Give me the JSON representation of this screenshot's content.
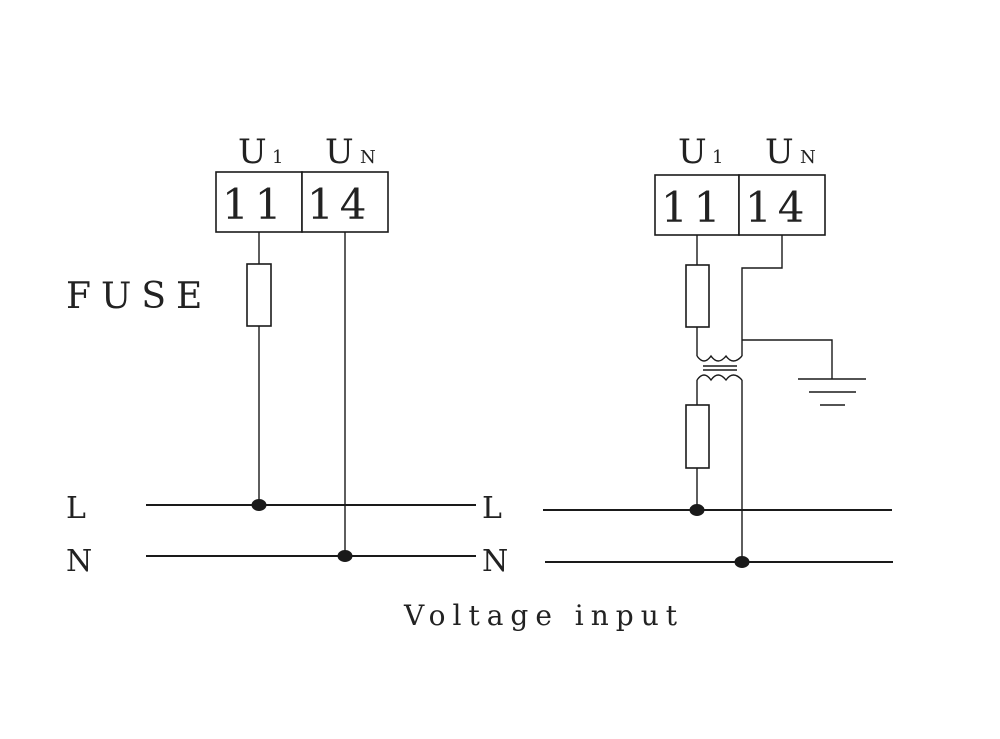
{
  "diagram": {
    "caption": "Voltage input",
    "fuse_label": "FUSE",
    "left_circuit": {
      "u1_label": "U",
      "u1_sub": "1",
      "un_label": "U",
      "un_sub": "N",
      "terminal_u1": "11",
      "terminal_un": "14",
      "line_L": "L",
      "line_N": "N",
      "right_L": "L",
      "right_N": "N"
    },
    "right_circuit": {
      "u1_label": "U",
      "u1_sub": "1",
      "un_label": "U",
      "un_sub": "N",
      "terminal_u1": "11",
      "terminal_un": "14"
    }
  }
}
